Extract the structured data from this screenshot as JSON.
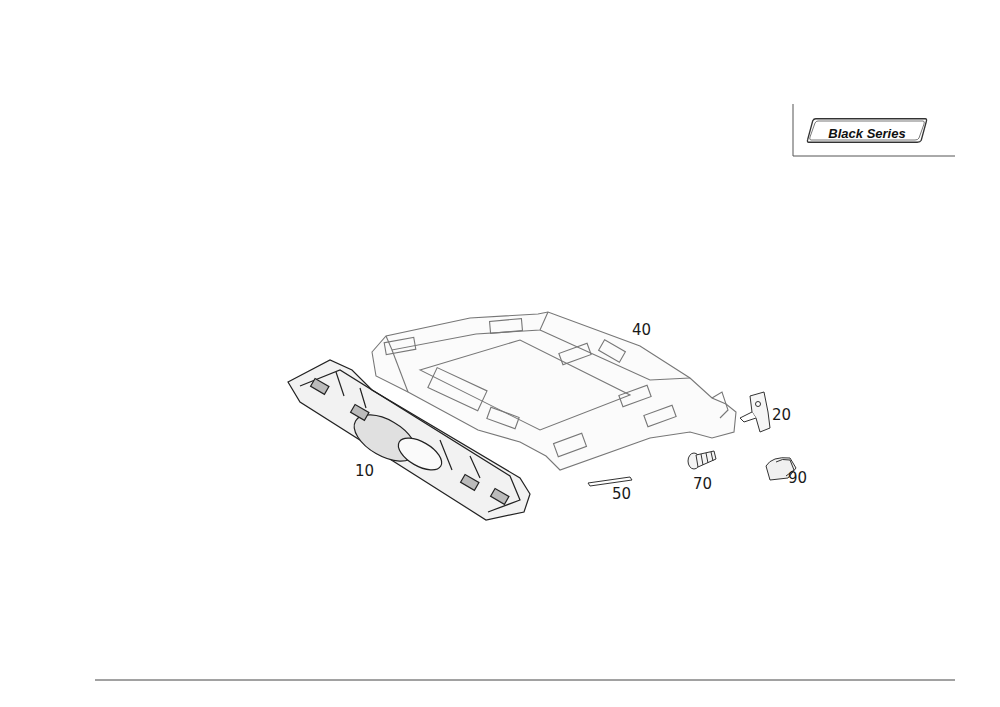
{
  "diagram": {
    "nodes": [
      {
        "text": [
          "Black Series"
        ]
      }
    ],
    "labels": [
      "40",
      "20",
      "10",
      "50",
      "70",
      "90"
    ]
  }
}
